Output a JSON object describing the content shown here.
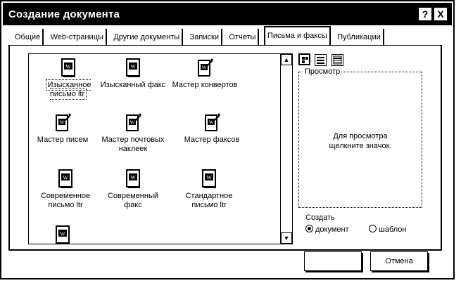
{
  "window": {
    "title": "Создание документа",
    "help_label": "?",
    "close_label": "X"
  },
  "tabs": [
    {
      "label": "Общие"
    },
    {
      "label": "Web-страницы"
    },
    {
      "label": "Другие документы"
    },
    {
      "label": "Записки"
    },
    {
      "label": "Отчеты"
    },
    {
      "label": "Письма и факсы",
      "active": true
    },
    {
      "label": "Публикации"
    }
  ],
  "templates": [
    {
      "label": "Изысканное письмо ltr",
      "icon": "word-doc-icon",
      "selected": true
    },
    {
      "label": "Изысканный факс",
      "icon": "word-doc-icon"
    },
    {
      "label": "Мастер конвертов",
      "icon": "wizard-icon"
    },
    {
      "label": "Мастер писем",
      "icon": "wizard-icon"
    },
    {
      "label": "Мастер почтовых наклеек",
      "icon": "wizard-icon"
    },
    {
      "label": "Мастер факсов",
      "icon": "wizard-icon"
    },
    {
      "label": "Современное письмо ltr",
      "icon": "word-doc-icon"
    },
    {
      "label": "Современный факс",
      "icon": "word-doc-icon"
    },
    {
      "label": "Стандартное письмо ltr",
      "icon": "word-doc-icon"
    },
    {
      "label": "",
      "icon": "word-doc-icon"
    }
  ],
  "scroll": {
    "up_label": "▲",
    "down_label": "▼"
  },
  "preview": {
    "label": "Просмотр",
    "message_line1": "Для просмотра",
    "message_line2": "щелкните значок."
  },
  "create": {
    "label": "Создать",
    "option_document": "документ",
    "option_template": "шаблон",
    "selected": "документ"
  },
  "buttons": {
    "ok_label": "",
    "cancel_label": "Отмена"
  }
}
